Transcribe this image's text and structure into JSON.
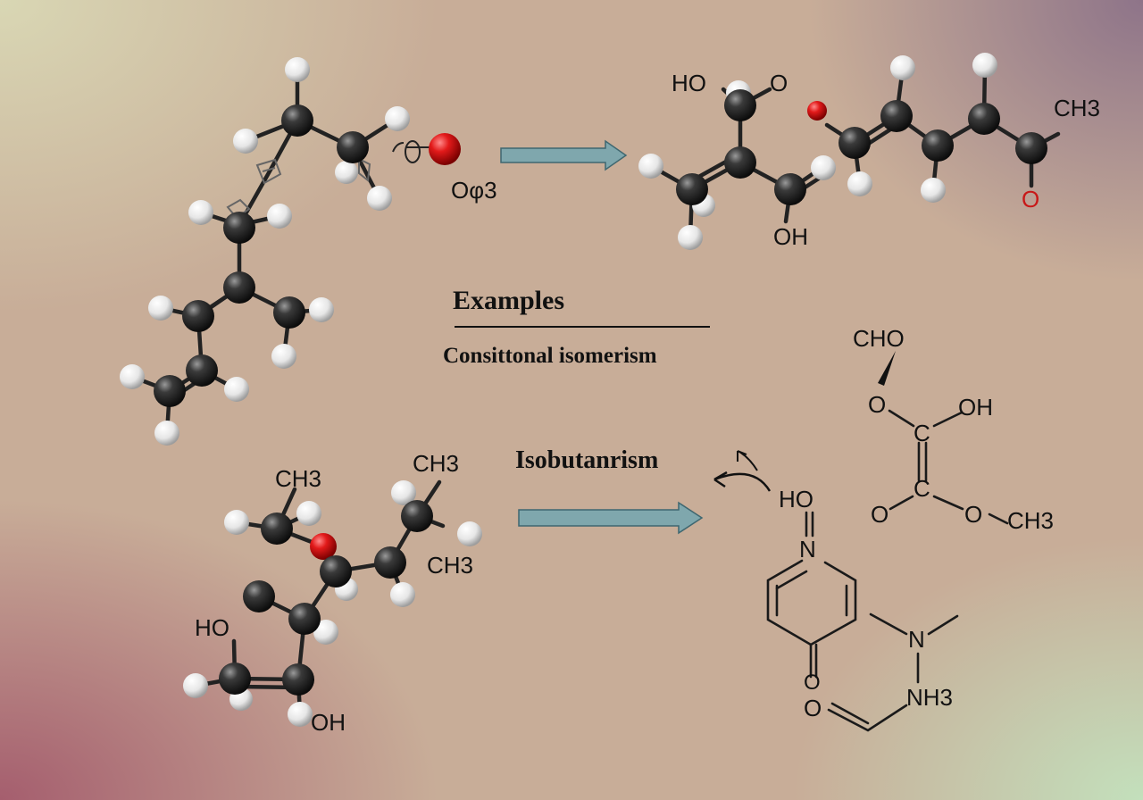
{
  "headings": {
    "examples": "Examples",
    "constitutional": "Consittonal isomerism",
    "isobutanrism": "Isobutanrism"
  },
  "top_left_molecule": {
    "label": "Oφ3"
  },
  "top_right_molecule": {
    "labels": [
      "HO",
      "O",
      "OH",
      "CH3"
    ]
  },
  "bottom_left_molecule": {
    "labels": [
      "CH3",
      "CH3",
      "CH3",
      "HO",
      "OH"
    ]
  },
  "bottom_right_structures": {
    "upper_labels": [
      "CHO",
      "O",
      "OH",
      "C",
      "C",
      "O",
      "O",
      "CH3"
    ],
    "lower_labels": [
      "HO",
      "N",
      "N",
      "O",
      "O",
      "NH3"
    ]
  },
  "colors": {
    "arrow_fill": "#7fa7ad",
    "arrow_stroke": "#3f6770",
    "carbon": "#1e1e1e",
    "hydrogen": "#f0f0f0",
    "oxygen": "#e21a1a"
  }
}
